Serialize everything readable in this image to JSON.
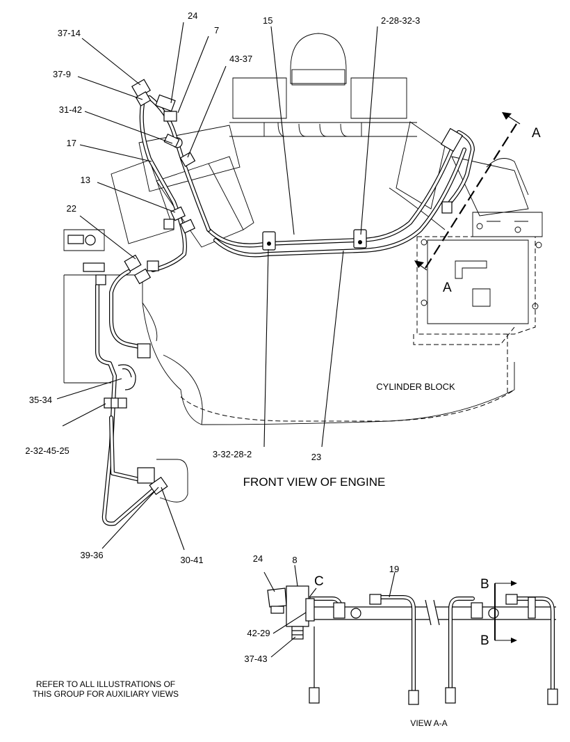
{
  "callouts": {
    "c_37_14": "37-14",
    "c_24_top": "24",
    "c_7": "7",
    "c_15": "15",
    "c_2_28_32_3": "2-28-32-3",
    "c_43_37": "43-37",
    "c_37_9": "37-9",
    "c_31_42": "31-42",
    "c_17": "17",
    "c_13": "13",
    "c_22": "22",
    "c_35_34": "35-34",
    "c_2_32_45_25": "2-32-45-25",
    "c_3_32_28_2": "3-32-28-2",
    "c_23": "23",
    "c_39_36": "39-36",
    "c_30_41": "30-41",
    "c_24_view": "24",
    "c_8": "8",
    "c_19": "19",
    "c_42_29": "42-29",
    "c_37_43": "37-43"
  },
  "section_marks": {
    "a_top": "A",
    "a_bottom": "A",
    "b_top": "B",
    "b_bottom": "B",
    "c": "C"
  },
  "labels": {
    "cylinder_block": "CYLINDER BLOCK",
    "front_view": "FRONT VIEW OF ENGINE",
    "view_aa": "VIEW  A-A",
    "refer_line1": "REFER TO ALL ILLUSTRATIONS OF",
    "refer_line2": "THIS GROUP FOR AUXILIARY VIEWS"
  }
}
